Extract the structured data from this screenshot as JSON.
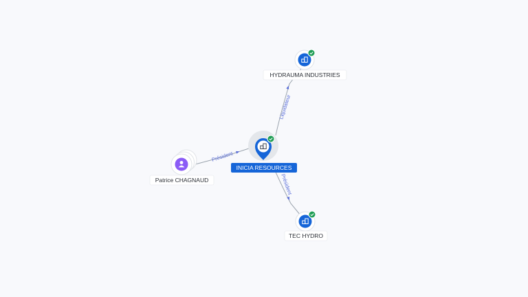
{
  "graph": {
    "nodes": [
      {
        "id": "inicia",
        "label": "INICIA RESOURCES",
        "kind": "company",
        "focus": true,
        "verified": true,
        "icon": "building-icon"
      },
      {
        "id": "hydrauma",
        "label": "HYDRAUMA INDUSTRIES",
        "kind": "company",
        "focus": false,
        "verified": true,
        "icon": "building-icon"
      },
      {
        "id": "techydro",
        "label": "TEC HYDRO",
        "kind": "company",
        "focus": false,
        "verified": true,
        "icon": "building-icon"
      },
      {
        "id": "patrice",
        "label": "Patrice CHAGNAUD",
        "kind": "person",
        "focus": false,
        "verified": false,
        "icon": "person-icon"
      }
    ],
    "edges": [
      {
        "from": "inicia",
        "to": "hydrauma",
        "label": "Liquidateur"
      },
      {
        "from": "inicia",
        "to": "techydro",
        "label": "Président"
      },
      {
        "from": "patrice",
        "to": "inicia",
        "label": "Président"
      }
    ],
    "colors": {
      "company_blue": "#1565d8",
      "person_purple": "#8b5cf6",
      "verified_green": "#1f9d55",
      "edge_label": "#5a6ed8",
      "edge_line": "#9aa3ad"
    }
  }
}
